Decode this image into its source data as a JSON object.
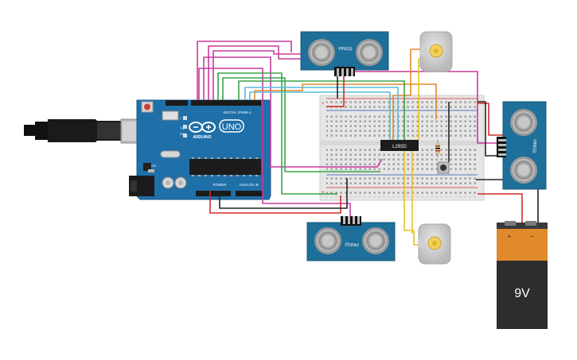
{
  "arduino": {
    "brand": "ARDUINO",
    "model": "UNO",
    "digital_header": "DIGITAL (PWM~)",
    "power_header": "POWER",
    "analog_header": "ANALOG IN",
    "tx": "TX",
    "rx": "RX",
    "l": "L",
    "on": "ON"
  },
  "driver_ic": {
    "label": "L293D"
  },
  "battery": {
    "voltage": "9V",
    "plus": "+",
    "minus": "−"
  },
  "sensors": [
    {
      "name": "ultrasonic-sensor-top",
      "label": "PING)))"
    },
    {
      "name": "ultrasonic-sensor-right",
      "label": "PING)))"
    },
    {
      "name": "ultrasonic-sensor-bottom",
      "label": "PING)))"
    }
  ],
  "breadboard": {
    "plus": "+",
    "minus": "−"
  },
  "colors": {
    "arduino_board": "#1f6fa8",
    "sensor_board": "#1e6f9a",
    "breadboard": "#e8e8e8",
    "battery_body": "#2d2d2d",
    "battery_top": "#e08a2c",
    "wire_magenta": "#c93a9c",
    "wire_orange": "#e08a2c",
    "wire_green": "#3aa348",
    "wire_cyan": "#5bb8d8",
    "wire_yellow": "#e8c21f",
    "wire_red": "#d42a2a",
    "wire_black": "#222222"
  }
}
